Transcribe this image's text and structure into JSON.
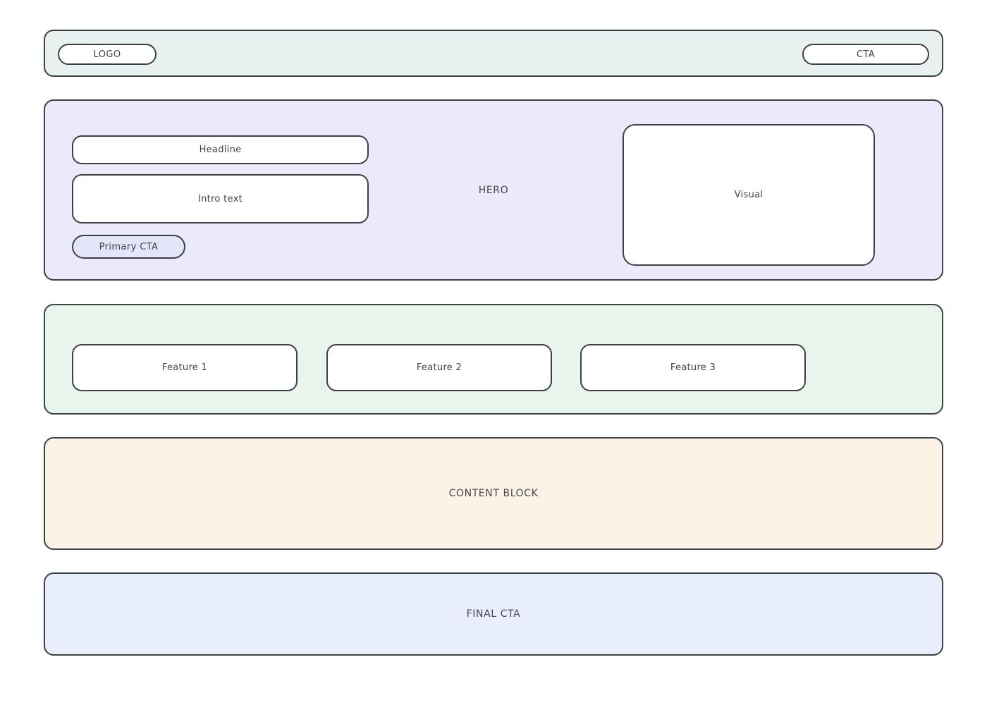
{
  "page": {
    "background": "#ffffff"
  },
  "colors": {
    "border": "#3b4246",
    "text": "#3f4448",
    "header_bg": "#e8f1ef",
    "hero_bg": "#ebe9fa",
    "primary_cta_bg": "#e3e6f8",
    "features_bg": "#e9f4ec",
    "content_block_bg": "#fdf2e6",
    "final_cta_bg": "#e8eefb",
    "card_bg": "#ffffff"
  },
  "header": {
    "logo_label": "LOGO",
    "cta_label": "CTA"
  },
  "hero": {
    "section_label": "HERO",
    "headline_label": "Headline",
    "intro_label": "Intro text",
    "primary_cta_label": "Primary CTA",
    "visual_label": "Visual"
  },
  "features": {
    "items": [
      {
        "label": "Feature 1"
      },
      {
        "label": "Feature 2"
      },
      {
        "label": "Feature 3"
      }
    ]
  },
  "content_block": {
    "label": "CONTENT BLOCK"
  },
  "final_cta": {
    "label": "FINAL CTA"
  }
}
